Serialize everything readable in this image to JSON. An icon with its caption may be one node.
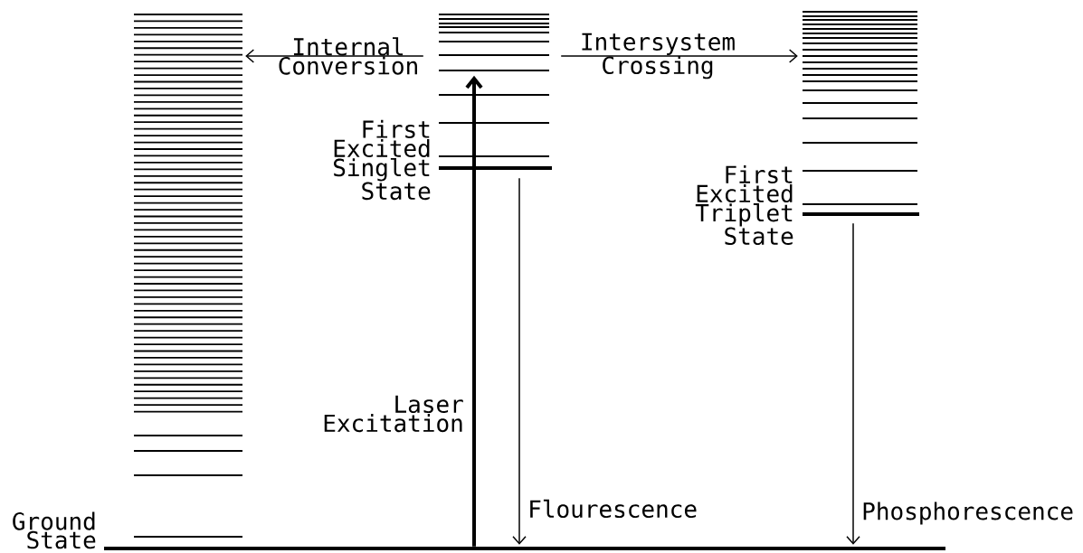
{
  "diagram": {
    "nodes": [
      {
        "text": [],
        "shape": "box"
      },
      {
        "text": [],
        "shape": "box",
        "beside": [
          "First Excited Singlet State"
        ]
      },
      {
        "text": [],
        "shape": "box",
        "beside": [
          "First Excited Triplet State"
        ]
      },
      {
        "text": [],
        "shape": "bar",
        "beside": [
          "Ground State"
        ]
      }
    ],
    "edges": [
      {
        "from": 1,
        "to": 0,
        "arrow": "to",
        "label": "Internal Conversion"
      },
      {
        "from": 1,
        "to": 2,
        "arrow": "to",
        "label": "Intersystem Crossing"
      },
      {
        "from": 3,
        "to": 1,
        "arrow": "to",
        "style": "thick",
        "label": "Laser Excitation"
      },
      {
        "from": 1,
        "to": 3,
        "arrow": "to",
        "label": "Flourescence"
      },
      {
        "from": 2,
        "to": 3,
        "arrow": "to",
        "label": "Phosphorescence"
      }
    ]
  }
}
